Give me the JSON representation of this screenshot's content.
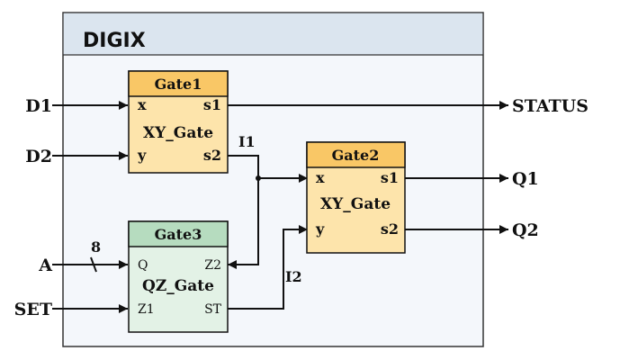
{
  "diagram": {
    "title": "DIGIX",
    "colors": {
      "container_header": "#dbe5ef",
      "container_body": "#f4f7fb",
      "xy_gate_header": "#f9c766",
      "xy_gate_body": "#fde4ab",
      "qz_gate_header": "#b6dcbf",
      "qz_gate_body": "#e3f2e6",
      "wire": "#111111"
    },
    "gates": {
      "gate1": {
        "name": "Gate1",
        "type": "XY_Gate",
        "ports": {
          "in_top": "x",
          "in_bottom": "y",
          "out_top": "s1",
          "out_bottom": "s2"
        }
      },
      "gate2": {
        "name": "Gate2",
        "type": "XY_Gate",
        "ports": {
          "in_top": "x",
          "in_bottom": "y",
          "out_top": "s1",
          "out_bottom": "s2"
        }
      },
      "gate3": {
        "name": "Gate3",
        "type": "QZ_Gate",
        "ports": {
          "in_top": "Q",
          "in_bottom": "Z1",
          "out_top": "Z2",
          "out_bottom": "ST"
        }
      }
    },
    "inputs": {
      "d1": "D1",
      "d2": "D2",
      "a": "A",
      "set": "SET"
    },
    "outputs": {
      "status": "STATUS",
      "q1": "Q1",
      "q2": "Q2"
    },
    "internal_signals": {
      "i1": "I1",
      "i2": "I2"
    },
    "bus_width": "8"
  }
}
